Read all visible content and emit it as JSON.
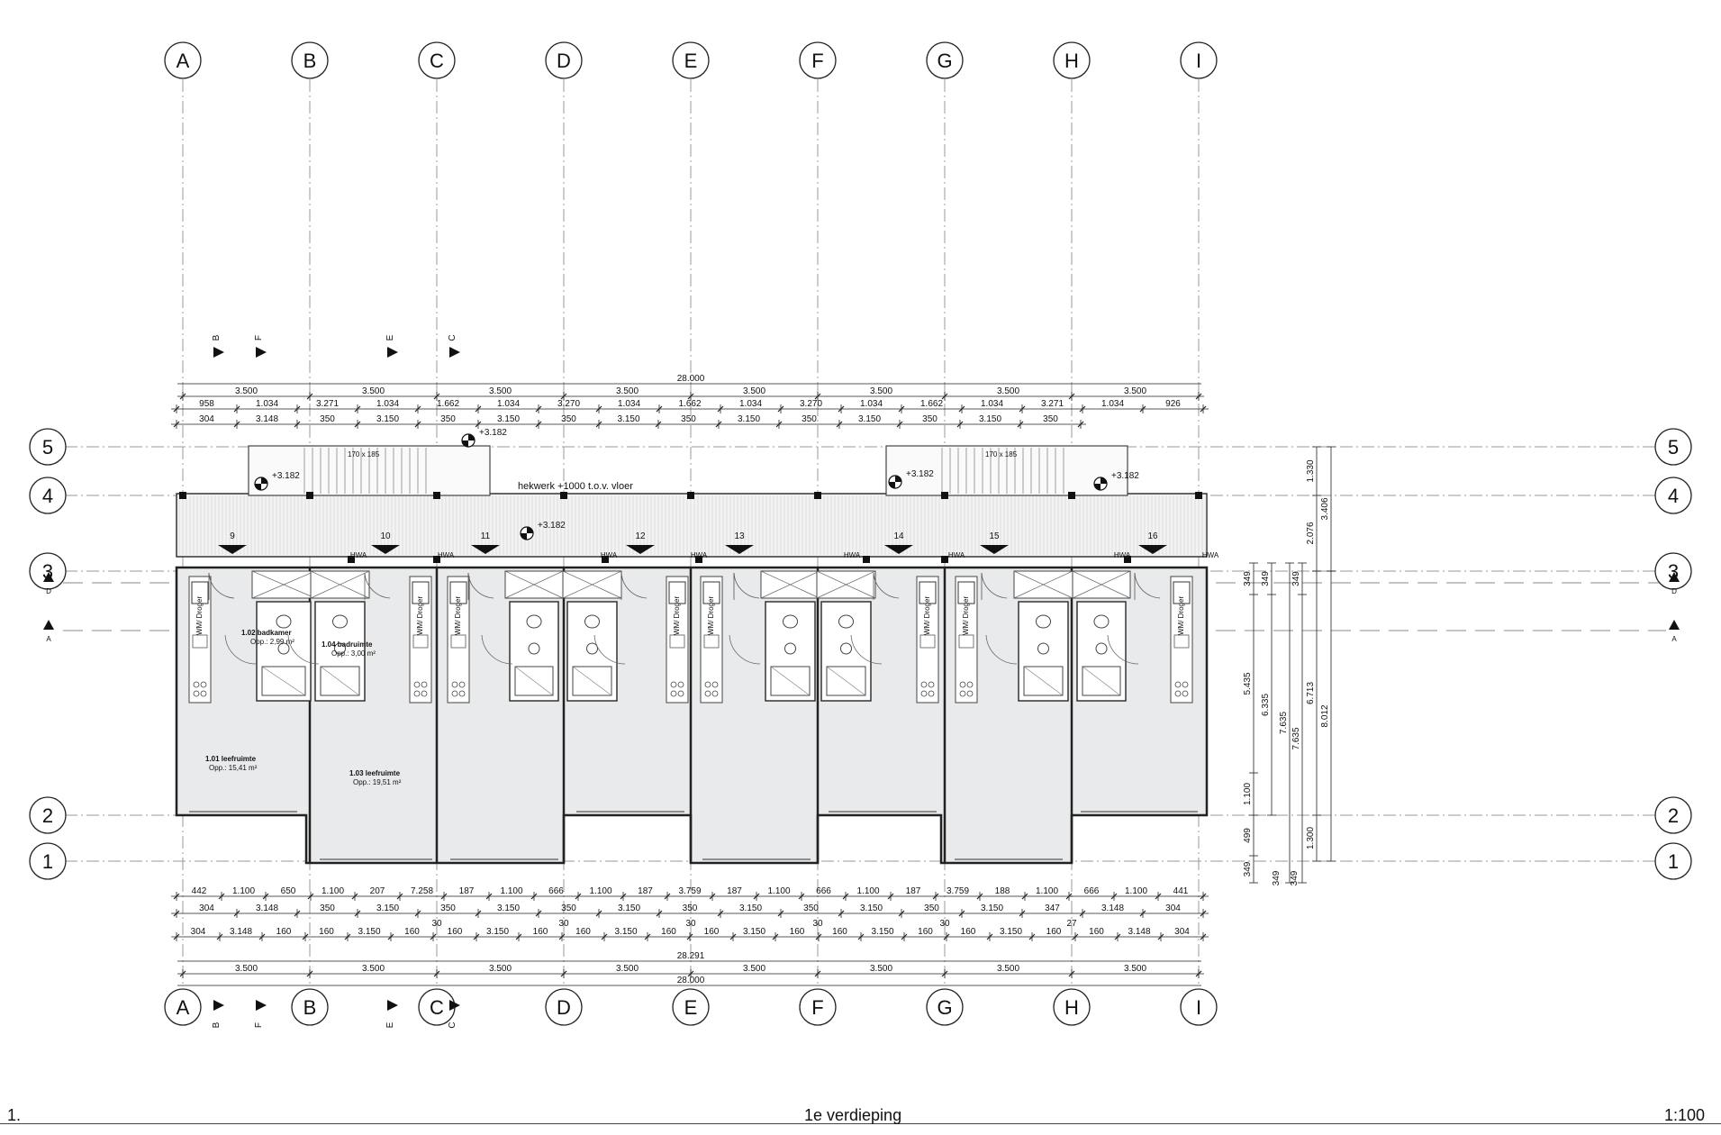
{
  "grid_columns": [
    "A",
    "B",
    "C",
    "D",
    "E",
    "F",
    "G",
    "H",
    "I"
  ],
  "grid_rows": [
    "5",
    "4",
    "3",
    "2",
    "1"
  ],
  "overall_dims": {
    "top": "28.000",
    "bottom_total": "28.291",
    "bottom": "28.000"
  },
  "top_row_a": [
    "3.500",
    "3.500",
    "3.500",
    "3.500",
    "3.500",
    "3.500",
    "3.500",
    "3.500"
  ],
  "top_row_b": [
    "958",
    "1.034",
    "3.271",
    "1.034",
    "1.662",
    "1.034",
    "3.270",
    "1.034",
    "1.662",
    "1.034",
    "3.270",
    "1.034",
    "1.662",
    "1.034",
    "3.271",
    "1.034",
    "926"
  ],
  "top_row_c": [
    "304",
    "3.148",
    "350",
    "3.150",
    "350",
    "3.150",
    "350",
    "3.150",
    "350",
    "3.150",
    "350",
    "3.150",
    "350",
    "3.150",
    "350"
  ],
  "bottom_row_a": [
    "442",
    "1.100",
    "650",
    "1.100",
    "207",
    "7.258",
    "187",
    "1.100",
    "666",
    "1.100",
    "187",
    "3.759",
    "187",
    "1.100",
    "666",
    "1.100",
    "187",
    "3.759",
    "188",
    "1.100",
    "666",
    "1.100",
    "441"
  ],
  "bottom_row_b": [
    "304",
    "3.148",
    "350",
    "3.150",
    "350",
    "3.150",
    "350",
    "3.150",
    "350",
    "3.150",
    "350",
    "3.150",
    "350",
    "3.150",
    "347",
    "3.148",
    "304"
  ],
  "bottom_row_b_sub": [
    "30",
    "30",
    "30",
    "30",
    "30",
    "27"
  ],
  "bottom_row_c": [
    "304",
    "3.148",
    "160",
    "160",
    "3.150",
    "160",
    "160",
    "3.150",
    "160",
    "160",
    "3.150",
    "160",
    "160",
    "3.150",
    "160",
    "160",
    "3.150",
    "160",
    "160",
    "3.150",
    "160",
    "160",
    "3.148",
    "304"
  ],
  "bottom_row_d": [
    "3.500",
    "3.500",
    "3.500",
    "3.500",
    "3.500",
    "3.500",
    "3.500",
    "3.500"
  ],
  "right_dims_outer": [
    "1.330",
    "2.076",
    "3.406"
  ],
  "right_dims_inner": [
    "349",
    "349",
    "349",
    "5.435",
    "6.335",
    "7.635",
    "7.635",
    "6.713",
    "8.012",
    "1.100",
    "499",
    "349",
    "1.300",
    "349",
    "349"
  ],
  "levels": [
    "+3.182",
    "+3.182",
    "+3.182",
    "+3.182",
    "+3.182"
  ],
  "railing_note": "hekwerk +1000 t.o.v. vloer",
  "unit_numbers": [
    "9",
    "10",
    "11",
    "12",
    "13",
    "14",
    "15",
    "16"
  ],
  "hwa_label": "HWA",
  "section_markers": [
    "B",
    "F",
    "E",
    "C",
    "D",
    "A"
  ],
  "rooms": {
    "badkamer": {
      "name": "1.02 badkamer",
      "area": "Opp.: 2,99 m²"
    },
    "badruimte": {
      "name": "1.04 badruimte",
      "area": "Opp.: 3,00 m²"
    },
    "leefruimte_1": {
      "name": "1.01 leefruimte",
      "area": "Opp.: 15,41 m²"
    },
    "leefruimte_2": {
      "name": "1.03 leefruimte",
      "area": "Opp.: 19,51 m²"
    }
  },
  "wm_label": "WM/ Droger",
  "stair_note": "170 x 185",
  "footer": {
    "number": "1.",
    "title": "1e verdieping",
    "scale": "1:100"
  }
}
